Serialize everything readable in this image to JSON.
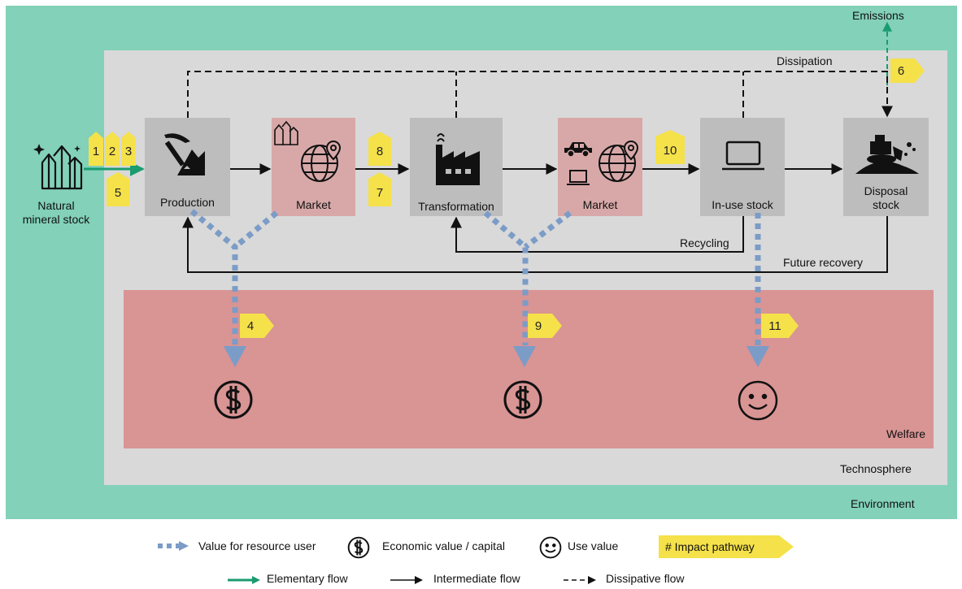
{
  "regions": {
    "environment": "Environment",
    "technosphere": "Technosphere",
    "welfare": "Welfare"
  },
  "nodes": {
    "natural_stock": "Natural\nmineral stock",
    "production": "Production",
    "market1": "Market",
    "transformation": "Transformation",
    "market2": "Market",
    "in_use": "In-use stock",
    "disposal": "Disposal\nstock"
  },
  "flows": {
    "emissions": "Emissions",
    "dissipation": "Dissipation",
    "recycling": "Recycling",
    "future_recovery": "Future recovery"
  },
  "pathways": [
    "1",
    "2",
    "3",
    "4",
    "5",
    "6",
    "7",
    "8",
    "9",
    "10",
    "11"
  ],
  "legend": {
    "value_user": "Value for resource user",
    "economic_value": "Economic value / capital",
    "use_value": "Use value",
    "impact_pathway": "# Impact pathway",
    "elementary": "Elementary flow",
    "intermediate": "Intermediate flow",
    "dissipative": "Dissipative flow"
  },
  "colors": {
    "environment": "#82d1b8",
    "technosphere": "#d9d9d9",
    "welfare": "#d99494",
    "box": "#bdbdbd",
    "market_box": "#d8a8a8",
    "pathway": "#f5e14a",
    "value_flow": "#7b9cc7",
    "elementary_flow": "#1a9b70"
  }
}
